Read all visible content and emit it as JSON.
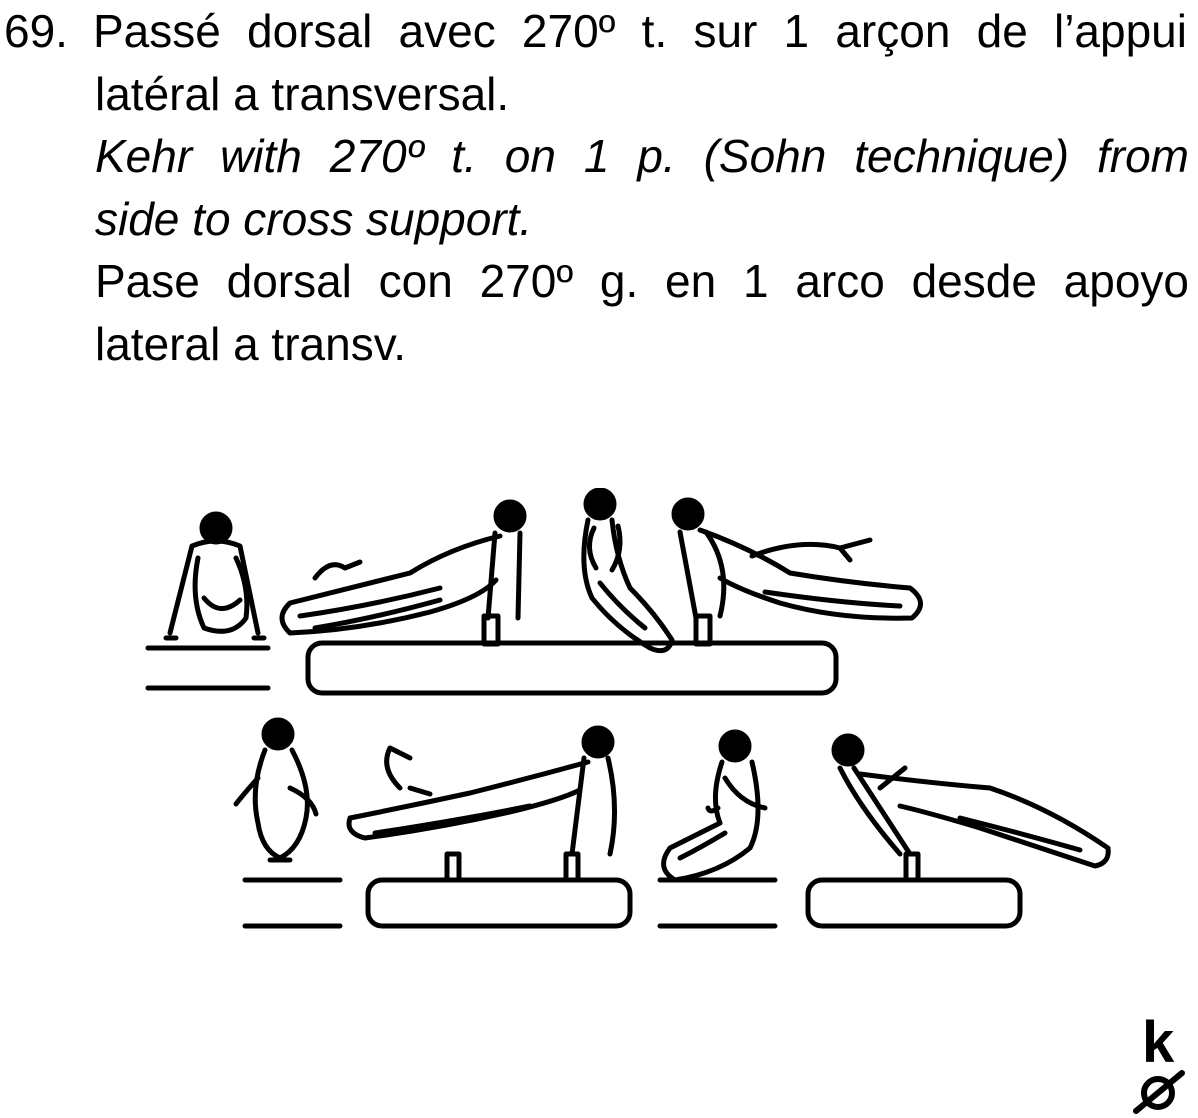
{
  "element": {
    "number": "69.",
    "french": {
      "line1": "Passé dorsal avec 270º t. sur 1 arçon de l’appui",
      "line2": "latéral a transversal."
    },
    "english": {
      "line1": "Kehr with 270º t. on 1 p. (Sohn technique) from",
      "line2": "side to cross support."
    },
    "spanish": {
      "line1": "Pase dorsal con 270º g. en 1 arco desde apoyo",
      "line2": "lateral a transv."
    }
  },
  "colors": {
    "text": "#000000",
    "background": "#ffffff"
  },
  "icons": {
    "logo": "ko-logo"
  }
}
